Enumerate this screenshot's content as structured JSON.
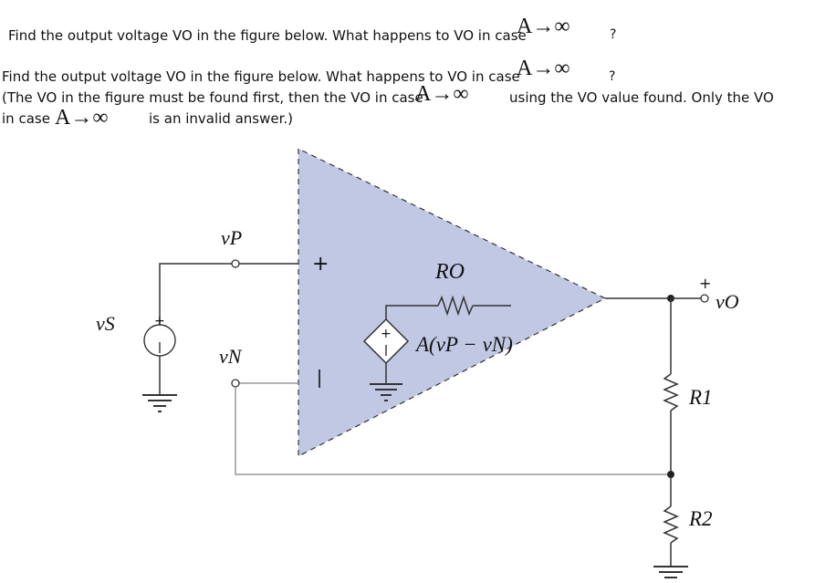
{
  "question_line1": "Find the output voltage VO in the figure below. What happens to VO in case",
  "limit_expr": "A→∞",
  "qmark": "?",
  "question_line2": "Find the output voltage VO in the figure below. What happens to VO in case",
  "note_line_a": "(The VO in the figure must be found first, then the VO in case",
  "note_line_b": "using the VO value found. Only the VO",
  "note_line_c": "in case",
  "note_line_d": "is an invalid answer.)",
  "circuit": {
    "vp": "vP",
    "vn": "vN",
    "vs": "vS",
    "vo": "vO",
    "ro": "RO",
    "gain": "A(vP − vN)",
    "r1": "R1",
    "r2": "R2",
    "plus": "+",
    "minus": "−"
  },
  "colors": {
    "opamp_fill": "#c0c8e3",
    "wire_dark": "#333333",
    "wire_gray": "#999999"
  }
}
